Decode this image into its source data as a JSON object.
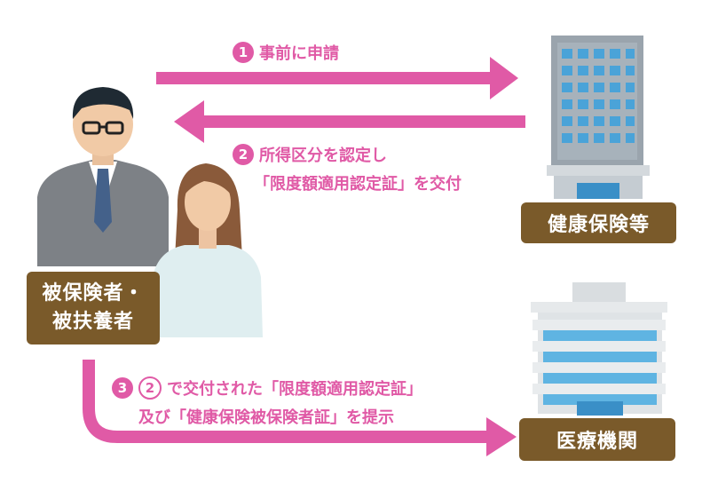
{
  "steps": [
    {
      "num": "1",
      "text": "事前に申請"
    },
    {
      "num": "2",
      "line1": "所得区分を認定し",
      "line2": "「限度額適用認定証」を交付"
    },
    {
      "num": "3",
      "ref": "2",
      "line1": "で交付された「限度額適用認定証」",
      "line2": "及び「健康保険被保険者証」を提示"
    }
  ],
  "nodes": {
    "insured": [
      "被保険者・",
      "被扶養者"
    ],
    "insurer": "健康保険等",
    "hospital": "医療機関"
  },
  "colors": {
    "arrow": "#e05aa6",
    "label_bg": "#7a5a2a"
  }
}
